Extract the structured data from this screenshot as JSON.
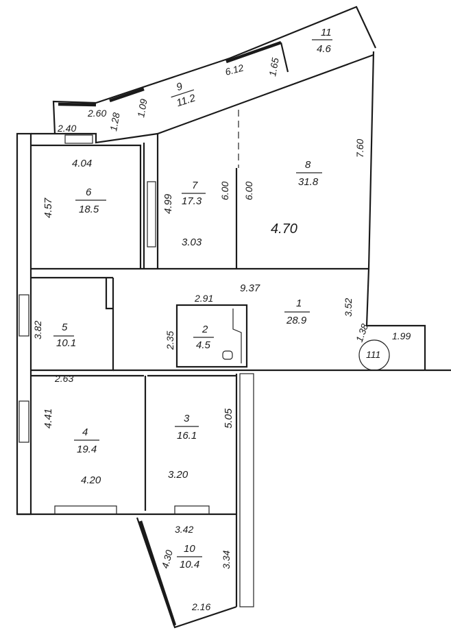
{
  "rooms": [
    {
      "number": "1",
      "area": "28.9"
    },
    {
      "number": "2",
      "area": "4.5"
    },
    {
      "number": "3",
      "area": "16.1"
    },
    {
      "number": "4",
      "area": "19.4"
    },
    {
      "number": "5",
      "area": "10.1"
    },
    {
      "number": "6",
      "area": "18.5"
    },
    {
      "number": "7",
      "area": "17.3"
    },
    {
      "number": "8",
      "area": "31.8"
    },
    {
      "number": "9",
      "area": "11.2"
    },
    {
      "number": "10",
      "area": "10.4"
    },
    {
      "number": "11",
      "area": "4.6"
    }
  ],
  "dimensions": {
    "d240": "2.40",
    "d260": "2.60",
    "d128": "1.28",
    "d109": "1.09",
    "d612": "6.12",
    "d165": "1.65",
    "d404": "4.04",
    "d457": "4.57",
    "d499": "4.99",
    "d600a": "6.00",
    "d600b": "6.00",
    "d303": "3.03",
    "d760": "7.60",
    "d470": "4.70",
    "d937": "9.37",
    "d291": "2.91",
    "d235": "2.35",
    "d352": "3.52",
    "d382": "3.82",
    "d263": "2.63",
    "d138": "1.38",
    "d199": "1.99",
    "d441": "4.41",
    "d420": "4.20",
    "d505": "5.05",
    "d320": "3.20",
    "d342": "3.42",
    "d430": "4.30",
    "d334": "3.34",
    "d216": "2.16"
  },
  "stair_mark": "111"
}
